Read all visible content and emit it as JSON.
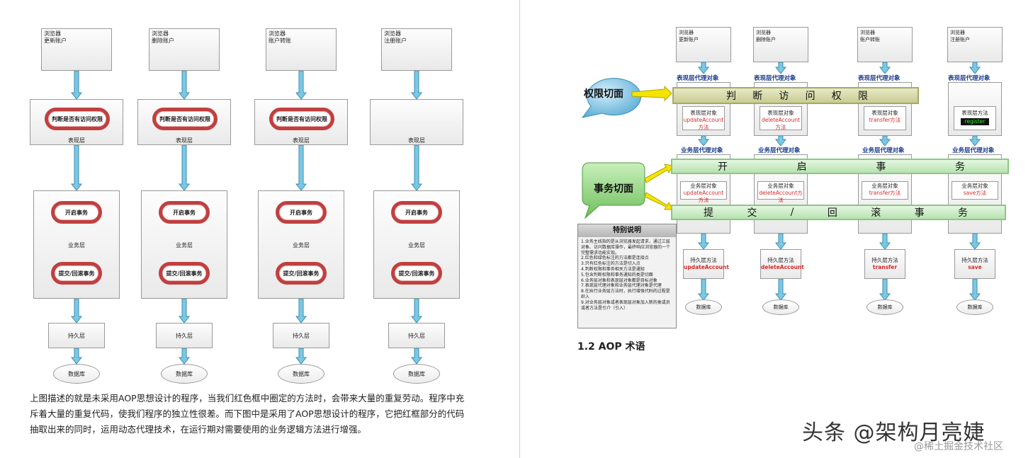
{
  "left": {
    "columns": [
      {
        "browser": "浏览器\n更新账户",
        "check": "判断是否有访问权限",
        "present": "表现层",
        "begin": "开启事务",
        "business": "业务层",
        "commit": "提交/回滚事务",
        "persist": "持久层",
        "db": "数据库"
      },
      {
        "browser": "浏览器\n删除账户",
        "check": "判断是否有访问权限",
        "present": "表现层",
        "begin": "开启事务",
        "business": "业务层",
        "commit": "提交/回滚事务",
        "persist": "持久层",
        "db": "数据库"
      },
      {
        "browser": "浏览器\n账户转账",
        "check": "判断是否有访问权限",
        "present": "表现层",
        "begin": "开启事务",
        "business": "业务层",
        "commit": "提交/回滚事务",
        "persist": "持久层",
        "db": "数据库"
      },
      {
        "browser": "浏览器\n注册账户",
        "check": "",
        "present": "表现层",
        "begin": "开启事务",
        "business": "业务层",
        "commit": "提交/回滚事务",
        "persist": "持久层",
        "db": "数据库"
      }
    ],
    "paragraph": "上图描述的就是未采用AOP思想设计的程序，当我们红色框中圈定的方法时，会带来大量的重复劳动。程序中充斥着大量的重复代码，使我们程序的独立性很差。而下图中是采用了AOP思想设计的程序，它把红框部分的代码抽取出来的同时，运用动态代理技术，在运行期对需要使用的业务逻辑方法进行增强。"
  },
  "right": {
    "columns": [
      {
        "browser": "浏览器\n更新账户",
        "present_proxy": "表现层代理对象",
        "present_obj": "表现层对象",
        "present_method": "updateAccount方法",
        "business_proxy": "业务层代理对象",
        "business_obj": "业务层对象",
        "business_method": "updateAccount方法",
        "persist": "持久层方法",
        "persist_method": "updateAccount",
        "db": "数据库"
      },
      {
        "browser": "浏览器\n删除账户",
        "present_proxy": "表现层代理对象",
        "present_obj": "表现层对象",
        "present_method": "deleteAccount方法",
        "business_proxy": "业务层代理对象",
        "business_obj": "业务层对象",
        "business_method": "deleteAccount方法",
        "persist": "持久层方法",
        "persist_method": "deleteAccount",
        "db": "数据库"
      },
      {
        "browser": "浏览器\n账户转账",
        "present_proxy": "表现层代理对象",
        "present_obj": "表现层对象",
        "present_method": "transfer方法",
        "business_proxy": "业务层代理对象",
        "business_obj": "业务层对象",
        "business_method": "transfer方法",
        "persist": "持久层方法",
        "persist_method": "transfer",
        "db": "数据库"
      },
      {
        "browser": "浏览器\n注册账户",
        "present_proxy": "表现层代理对象",
        "present_obj": "表现层方法",
        "present_method": "register",
        "business_proxy": "业务层代理对象",
        "business_obj": "业务层对象",
        "business_method": "save方法",
        "persist": "持久层方法",
        "persist_method": "save",
        "db": "数据库"
      }
    ],
    "permission_callout": "权限切面",
    "tx_callout": "事务切面",
    "permission_bar": [
      "判",
      "断",
      "访",
      "问",
      "权",
      "限"
    ],
    "begin_bar": [
      "开",
      "启",
      "事",
      "务"
    ],
    "commit_bar": [
      "提",
      "交",
      "/",
      "回",
      "滚",
      "事",
      "务"
    ],
    "notes_title": "特别说明",
    "notes_lines": [
      "1.业务主线指的是从浏览器发起请求，通过三层对象、访问数据库操作，最终响应浏览器的一个完整需求功能实现。",
      "2.红色和绿色标注的方法都是连接点",
      "3.只有红色标注的方法是切入点",
      "4.判断权限和事务相关方法是通知",
      "5.包含判断权限和事务通知的类是切面",
      "6.业务层对象和表现层对象都是目标对象",
      "7.表现层代理对象和业务层代理对象是代理",
      "8.在执行业务层方法时，执行增强代码的过程是织入",
      "9.对业务层对象或者表现层对象加入新的类或员或者方法是引介（引入）"
    ],
    "heading": "1.2 AOP 术语",
    "watermark": "头条 @架构月亮婕",
    "watermark_sub": "@稀土掘金技术社区"
  },
  "colors": {
    "red_pill": "#c0403f",
    "arrow": "#5fb6d6",
    "olive_bar": "#c9cc92",
    "green_bar": "#b8e2b0",
    "callout_blue": "#6fb8d8",
    "callout_green": "#8fd07d"
  }
}
